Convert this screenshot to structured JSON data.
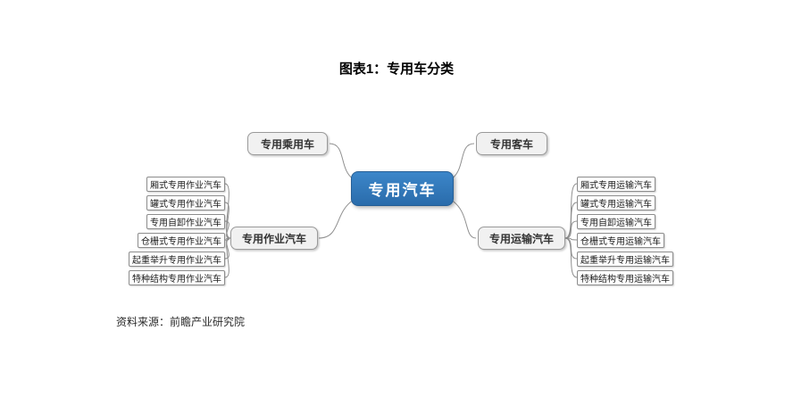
{
  "page": {
    "title": "图表1：专用车分类",
    "source": "资料来源：前瞻产业研究院"
  },
  "chart": {
    "type": "mindmap-diagram",
    "center": "专用汽车",
    "branches": {
      "top_left": "专用乘用车",
      "top_right": "专用客车",
      "left": {
        "label": "专用作业汽车",
        "leaves": [
          "厢式专用作业汽车",
          "罐式专用作业汽车",
          "专用自卸作业汽车",
          "仓栅式专用作业汽车",
          "起重举升专用作业汽车",
          "特种结构专用作业汽车"
        ]
      },
      "right": {
        "label": "专用运输汽车",
        "leaves": [
          "厢式专用运输汽车",
          "罐式专用运输汽车",
          "专用自卸运输汽车",
          "仓栅式专用运输汽车",
          "起重举升专用运输汽车",
          "特种结构专用运输汽车"
        ]
      }
    },
    "colors": {
      "center_fill": "#2e75b6",
      "branch_fill": "#f1f1f1",
      "leaf_fill": "#ffffff",
      "line": "#8f8f8f"
    }
  }
}
